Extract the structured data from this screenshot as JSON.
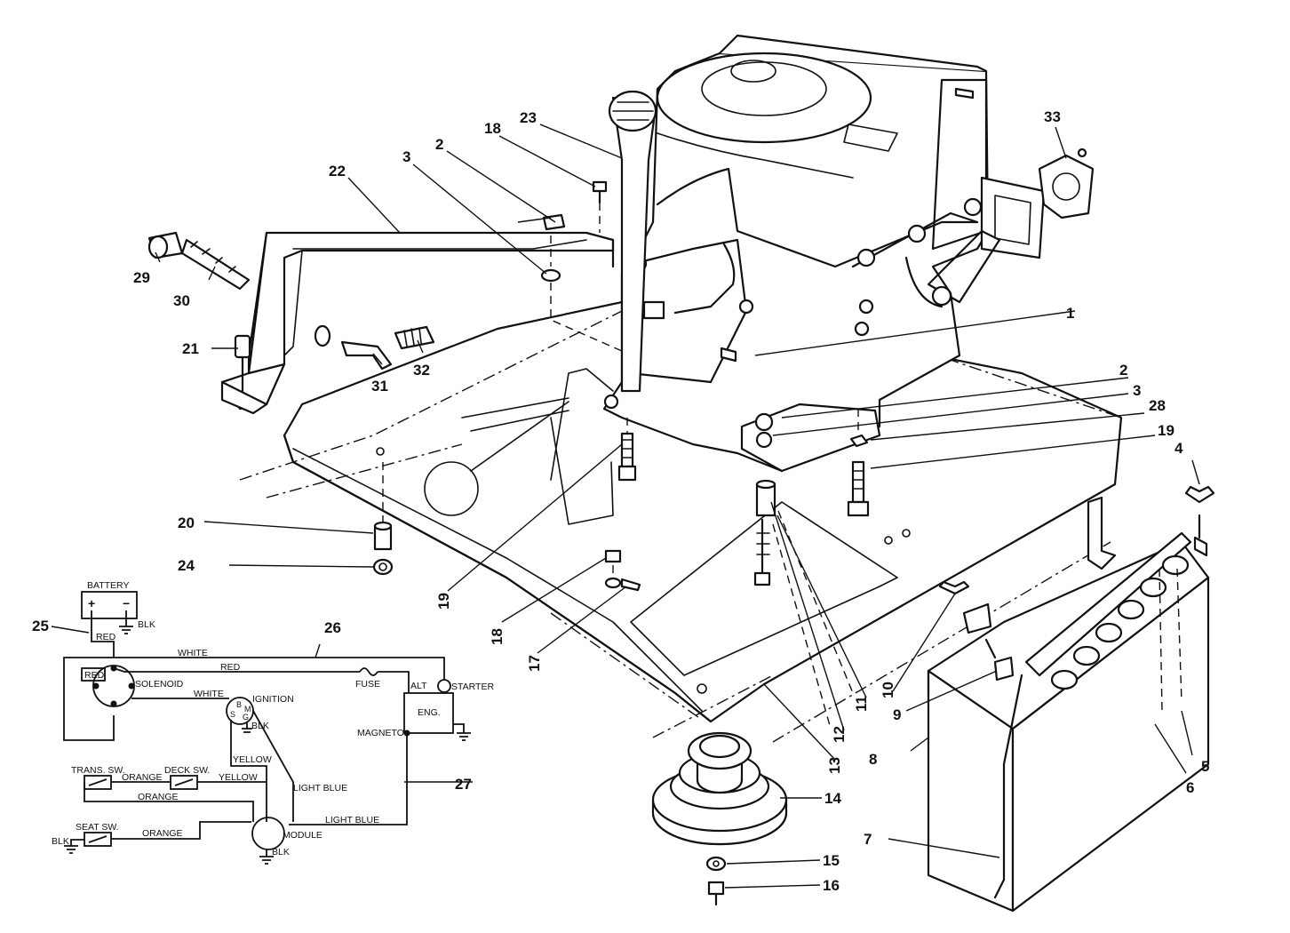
{
  "callouts": {
    "c1": "1",
    "c2a": "2",
    "c2b": "2",
    "c3a": "3",
    "c3b": "3",
    "c4": "4",
    "c5": "5",
    "c6": "6",
    "c7": "7",
    "c8": "8",
    "c9": "9",
    "c10": "10",
    "c11": "11",
    "c12": "12",
    "c13": "13",
    "c14": "14",
    "c15": "15",
    "c16": "16",
    "c17": "17",
    "c18a": "18",
    "c18b": "18",
    "c19a": "19",
    "c19b": "19",
    "c20": "20",
    "c21": "21",
    "c22": "22",
    "c23": "23",
    "c24": "24",
    "c25": "25",
    "c26": "26",
    "c27": "27",
    "c28": "28",
    "c29": "29",
    "c30": "30",
    "c31": "31",
    "c32": "32",
    "c33": "33"
  },
  "wiring": {
    "battery": "BATTERY",
    "plus": "+",
    "minus": "−",
    "blk1": "BLK",
    "red1": "RED",
    "white1": "WHITE",
    "red_box": "RED",
    "solenoid": "SOLENOID",
    "red2": "RED",
    "white2": "WHITE",
    "fuse": "FUSE",
    "alt": "ALT",
    "starter": "STARTER",
    "eng": "ENG.",
    "magneto": "MAGNETO",
    "ignition": "IGNITION",
    "term_b": "B",
    "term_m": "M",
    "term_s": "S",
    "term_g": "G",
    "blk2": "BLK",
    "yellow1": "YELLOW",
    "light_blue1": "LIGHT BLUE",
    "trans_sw": "TRANS. SW.",
    "deck_sw": "DECK SW.",
    "orange1": "ORANGE",
    "yellow2": "YELLOW",
    "orange2": "ORANGE",
    "light_blue2": "LIGHT BLUE",
    "blk3": "BLK",
    "seat_sw": "SEAT SW.",
    "orange3": "ORANGE",
    "module": "MODULE",
    "blk4": "BLK"
  }
}
